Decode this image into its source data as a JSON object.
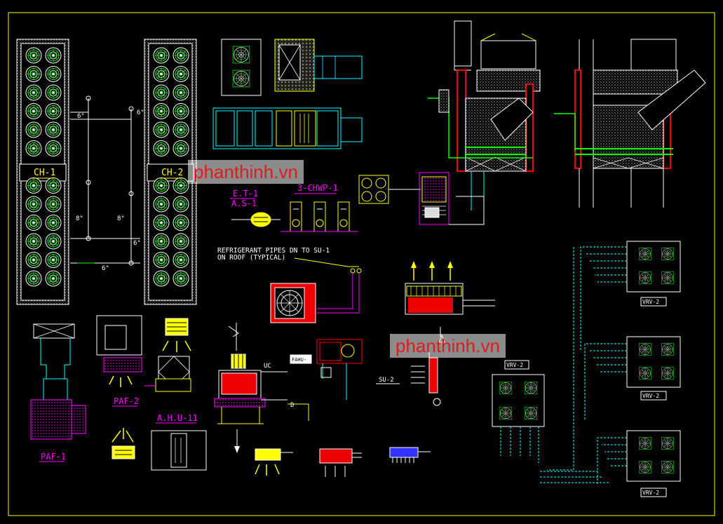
{
  "labels": {
    "ch1": "CH-1",
    "ch2": "CH-2",
    "et1": "E.T-1",
    "as1": "A.S-1",
    "chwp": "3-CHWP-1",
    "refrig_line1": "REFRIGERANT PIPES DN TO SU-1",
    "refrig_line2": "ON ROOF (TYPICAL)",
    "paf1": "PAF-1",
    "paf2": "PAF-2",
    "ahu11": "A.H.U-11",
    "su2": "SU-2",
    "uc": "UC",
    "d": "D",
    "fahu": "FAHU-",
    "vrv_small": "VRV-2",
    "vrv_a": "VRV-2",
    "vrv_b": "VRV-2",
    "vrv_c": "VRV-2",
    "dim_6a": "6\"",
    "dim_6b": "6\"",
    "dim_8a": "8\"",
    "dim_8b": "8\"",
    "dim_6c": "6\"",
    "dim_6d": "6\""
  },
  "watermark": {
    "text_a": "phanthinh.vn",
    "text_b": "phanthinh.vn"
  },
  "colors": {
    "background": "#000000",
    "cyan": "#00ffff",
    "yellow": "#ffff00",
    "magenta": "#ff00ff",
    "red": "#ff0000",
    "green": "#00ff00",
    "white": "#ffffff",
    "watermark_text": "#e01b1b"
  }
}
